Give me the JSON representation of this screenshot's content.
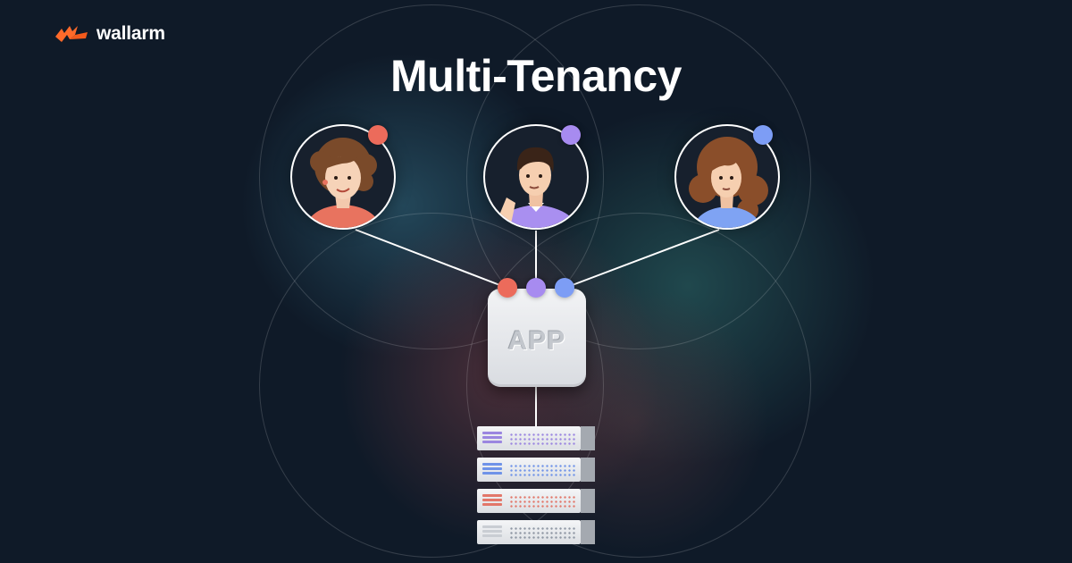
{
  "brand": {
    "name": "wallarm",
    "color": "#ff6a2a"
  },
  "title": "Multi-Tenancy",
  "app": {
    "label": "APP"
  },
  "tenants": [
    {
      "id": "tenant-1",
      "color": "#ec6b5b",
      "shirt": "#e8735f"
    },
    {
      "id": "tenant-2",
      "color": "#a78bf0",
      "shirt": "#a98ff0"
    },
    {
      "id": "tenant-3",
      "color": "#7d9df5",
      "shirt": "#7fa3f3"
    }
  ],
  "colors": {
    "background": "#0f1a28",
    "line": "#ffffff",
    "server": "#e4e6ea"
  }
}
